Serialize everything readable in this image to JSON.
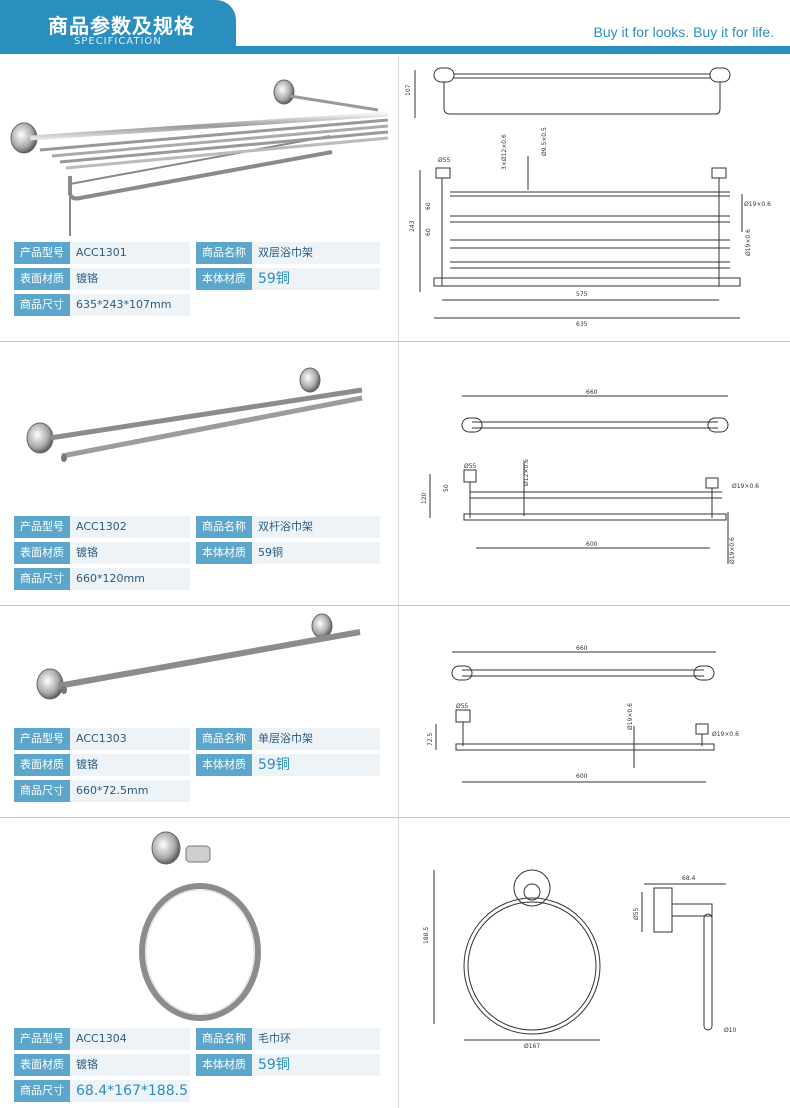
{
  "header": {
    "title": "商品参数及规格",
    "subtitle": "SPECIFICATION",
    "tagline": "Buy it for looks. Buy it for life."
  },
  "labels": {
    "model": "产品型号",
    "name": "商品名称",
    "surface": "表面材质",
    "body": "本体材质",
    "size": "商品尺寸"
  },
  "products": [
    {
      "model": "ACC1301",
      "name": "双层浴巾架",
      "surface": "镀铬",
      "body": "59铜",
      "size": "635*243*107mm",
      "dims": {
        "d107": "107",
        "d55": "Ø55",
        "d95": "Ø9.5×0.5",
        "d312": "3×Ø12×0.6",
        "d60a": "60",
        "d60b": "60",
        "d243": "243",
        "d19a": "Ø19×0.6",
        "d19b": "Ø19×0.6",
        "d575": "575",
        "d635": "635"
      }
    },
    {
      "model": "ACC1302",
      "name": "双杆浴巾架",
      "surface": "镀铬",
      "body": "59铜",
      "size": "660*120mm",
      "dims": {
        "d660": "660",
        "d55": "Ø55",
        "d12": "Ø12×0.6",
        "d50": "50",
        "d120": "120",
        "d19a": "Ø19×0.6",
        "d600": "600",
        "d19b": "Ø19×0.6"
      }
    },
    {
      "model": "ACC1303",
      "name": "单层浴巾架",
      "surface": "镀铬",
      "body": "59铜",
      "size": "660*72.5mm",
      "dims": {
        "d660": "660",
        "d55": "Ø55",
        "d19a": "Ø19×0.6",
        "d725": "72.5",
        "d19b": "Ø19×0.6",
        "d600": "600"
      }
    },
    {
      "model": "ACC1304",
      "name": "毛巾环",
      "surface": "镀铬",
      "body": "59铜",
      "size": "68.4*167*188.5",
      "dims": {
        "d1885": "188.5",
        "d167": "Ø167",
        "d684": "68.4",
        "d55": "Ø55",
        "d10": "Ø10"
      }
    }
  ]
}
